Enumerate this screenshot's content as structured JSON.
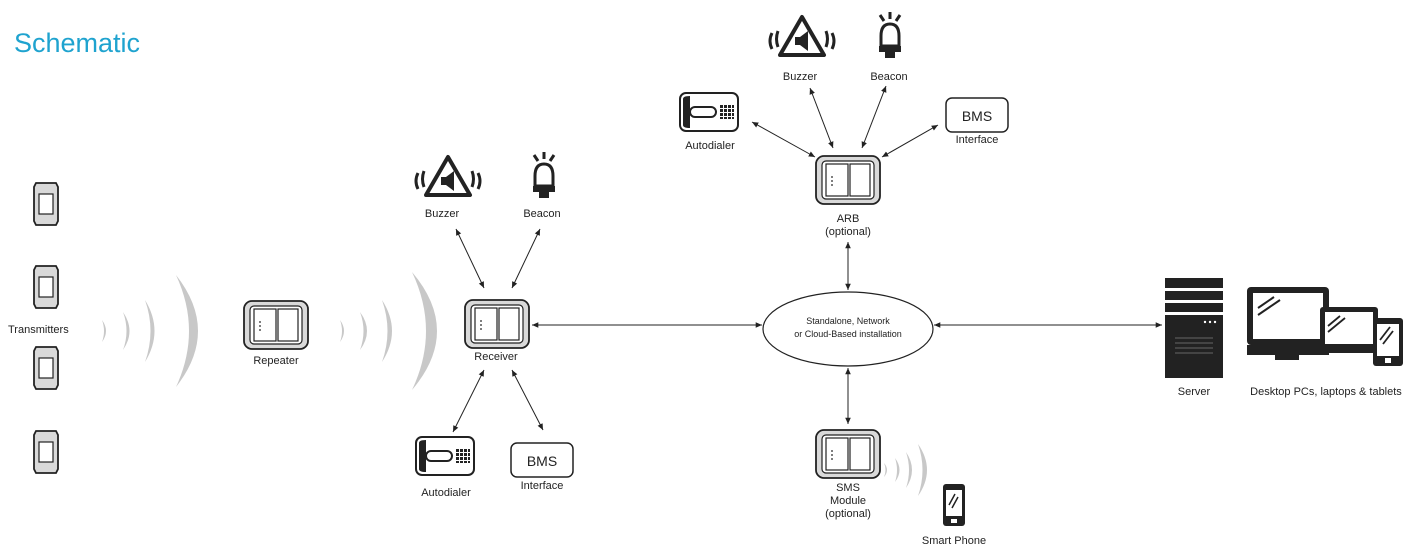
{
  "title": "Schematic",
  "labels": {
    "transmitters": "Transmitters",
    "repeater": "Repeater",
    "receiver": "Receiver",
    "buzzer_left": "Buzzer",
    "beacon_left": "Beacon",
    "autodialer_left": "Autodialer",
    "bms_left": "BMS",
    "interface_left": "Interface",
    "buzzer_top": "Buzzer",
    "beacon_top": "Beacon",
    "autodialer_top": "Autodialer",
    "bms_top": "BMS",
    "interface_top": "Interface",
    "arb": "ARB",
    "arb_optional": "(optional)",
    "network_line1": "Standalone, Network",
    "network_line2": "or Cloud-Based installation",
    "sms_line1": "SMS",
    "sms_line2": "Module",
    "sms_line3": "(optional)",
    "smartphone": "Smart Phone",
    "server": "Server",
    "desktop": "Desktop PCs, laptops & tablets"
  },
  "colors": {
    "title": "#1fa3cf",
    "device_gray": "#d9d9d9",
    "wave_gray": "#c8c8c8",
    "line": "#222222"
  }
}
